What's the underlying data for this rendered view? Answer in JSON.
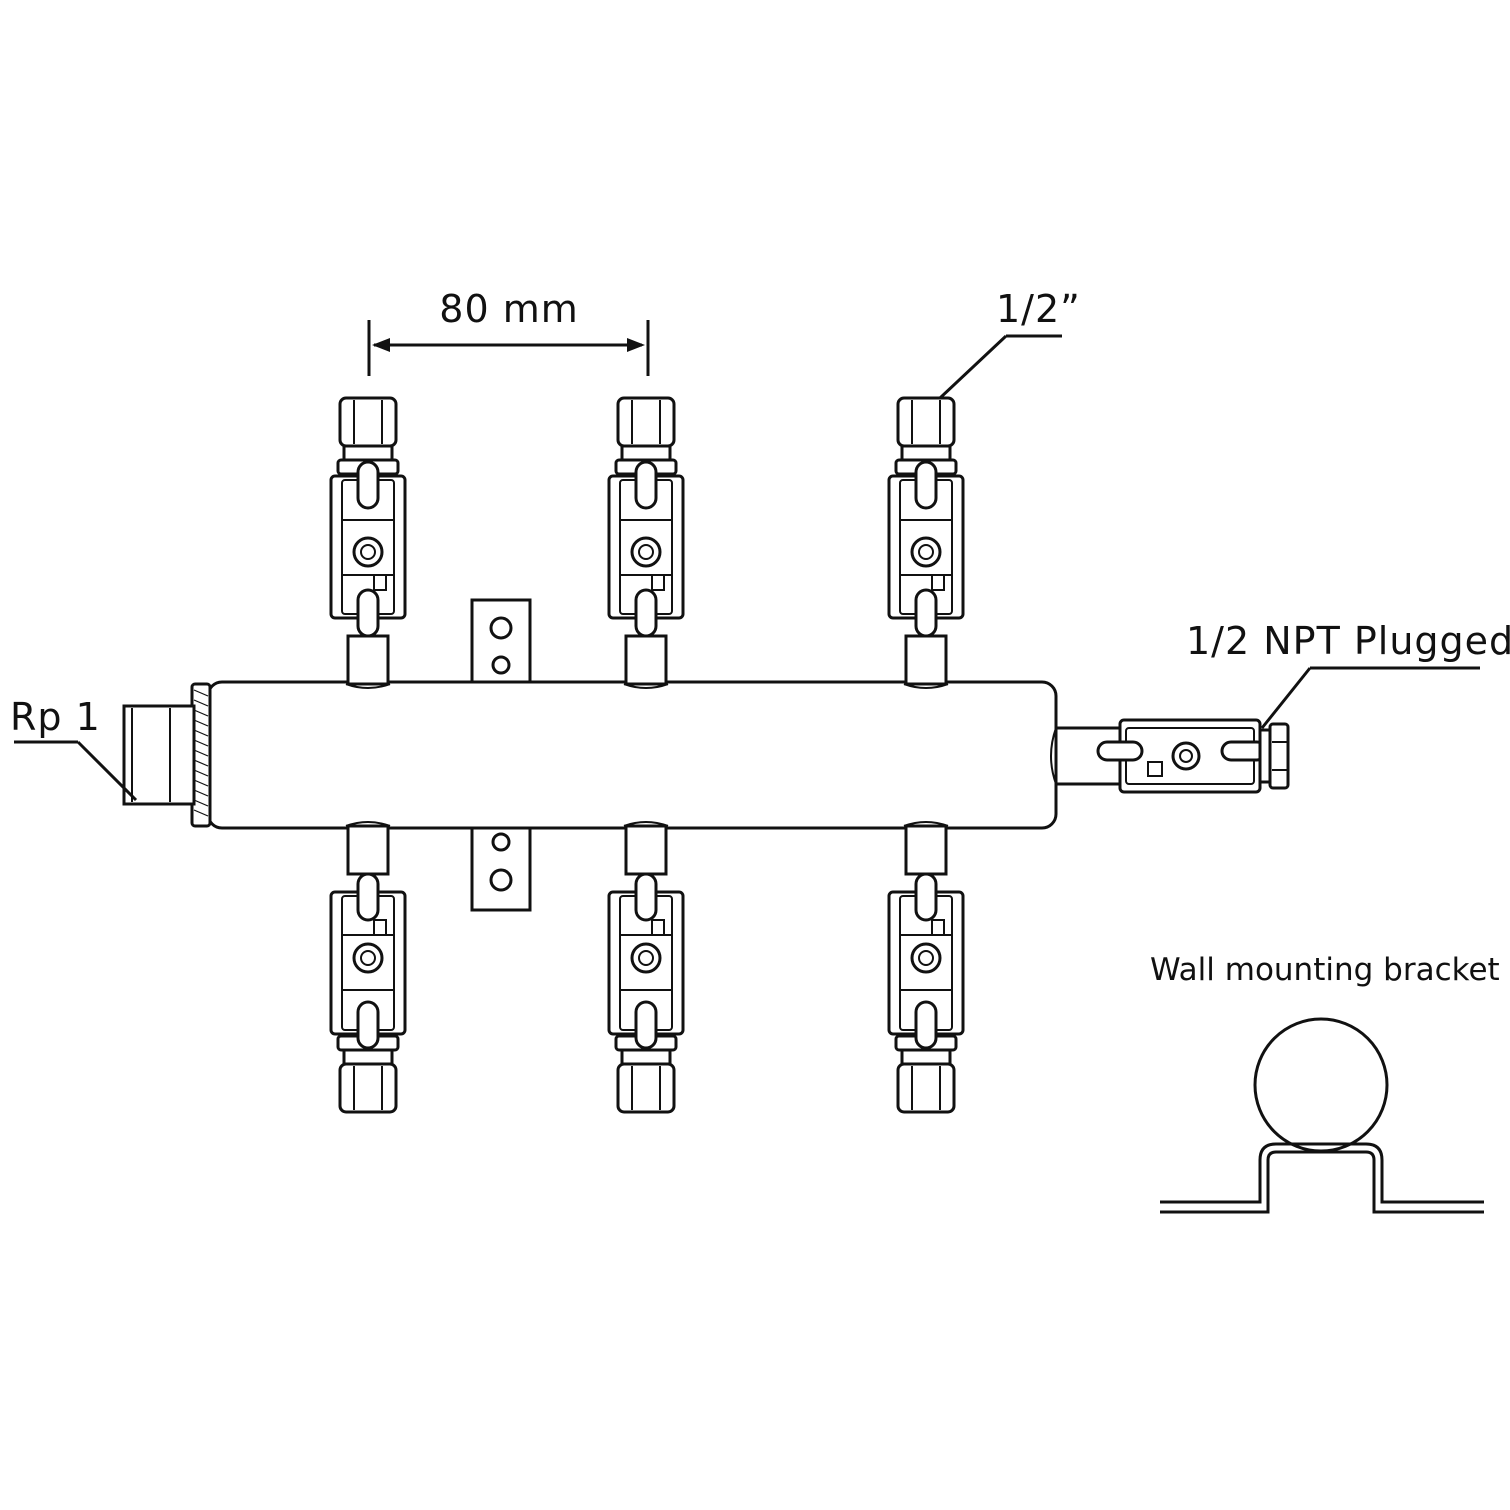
{
  "labels": {
    "spacing": "80 mm",
    "outlet_size": "1/2”",
    "end_plug": "1/2 NPT Plugged",
    "inlet": "Rp 1",
    "bracket": "Wall mounting bracket"
  },
  "colors": {
    "line": "#111111",
    "background": "#ffffff"
  }
}
